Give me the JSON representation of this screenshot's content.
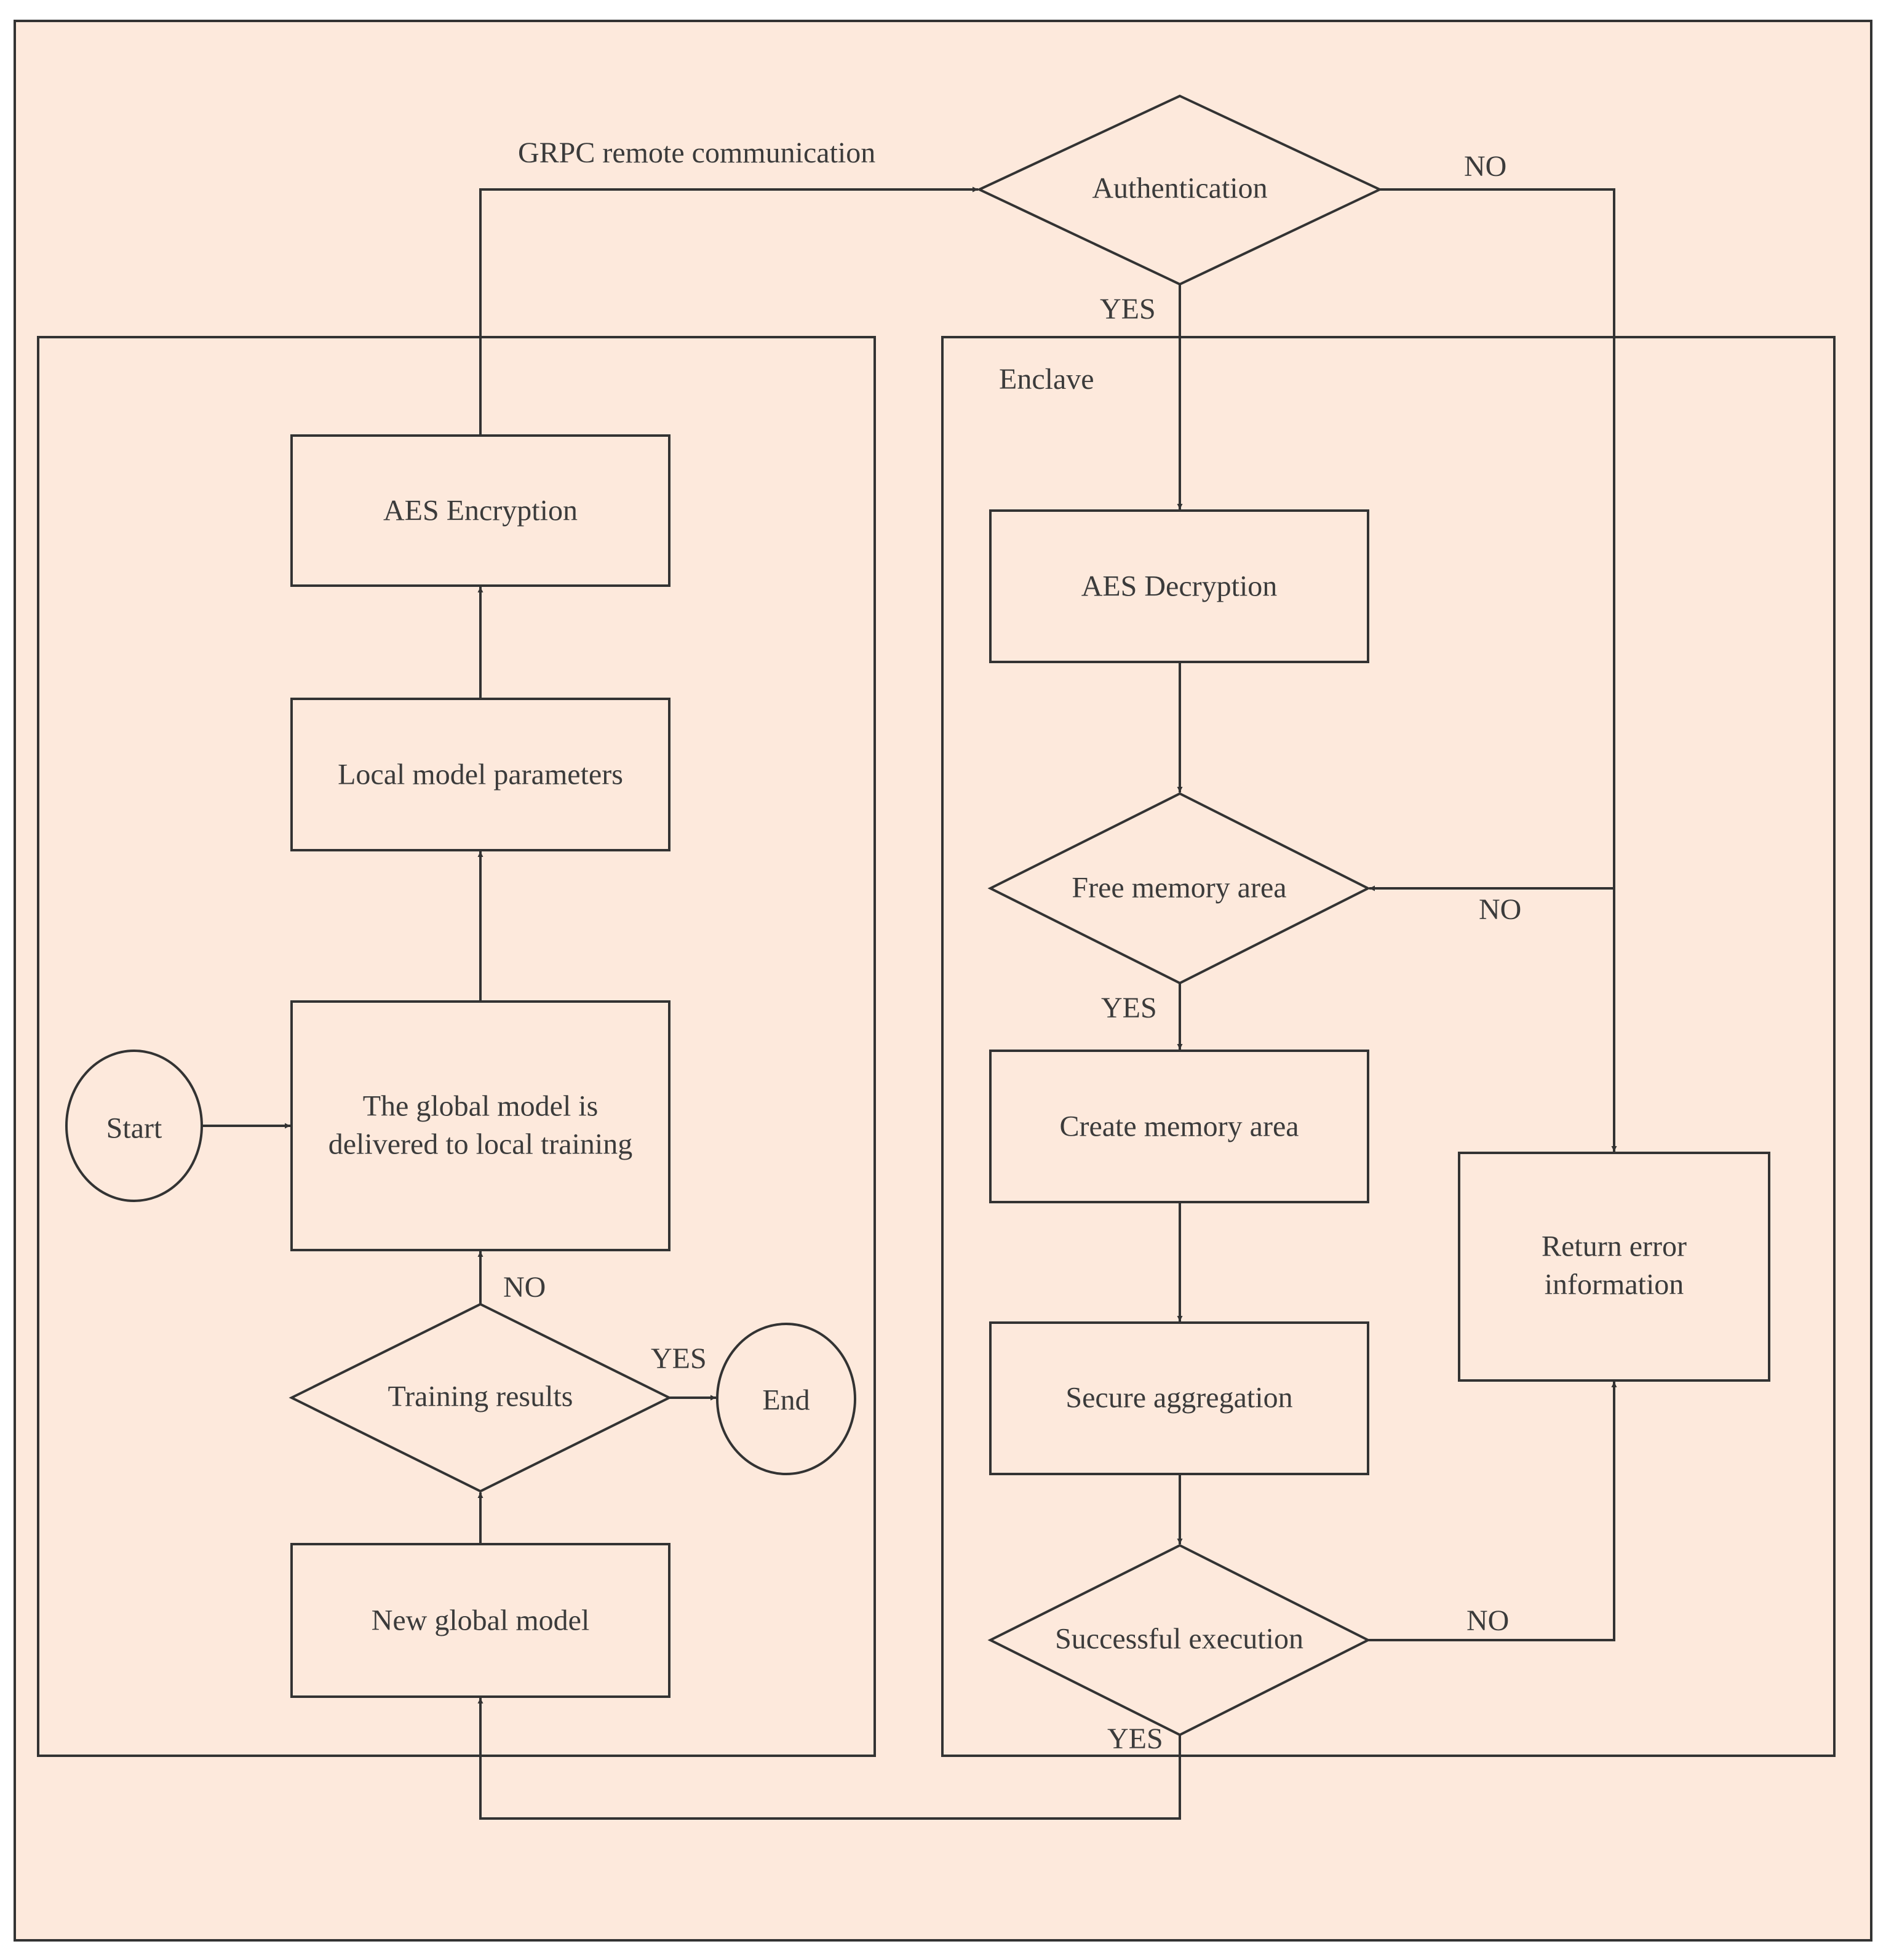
{
  "colors": {
    "background": "#fde9dc",
    "stroke": "#333333",
    "text": "#3b3b3b"
  },
  "regions": {
    "enclave_label": "Enclave"
  },
  "nodes": {
    "start": "Start",
    "global_model_delivered": [
      "The global model is",
      "delivered to local training"
    ],
    "local_model_parameters": "Local model parameters",
    "aes_encryption": "AES Encryption",
    "training_results": "Training results",
    "end": "End",
    "new_global_model": "New global model",
    "authentication": "Authentication",
    "aes_decryption": "AES Decryption",
    "free_memory_area": "Free memory area",
    "create_memory_area": "Create memory area",
    "secure_aggregation": "Secure aggregation",
    "successful_execution": "Successful execution",
    "return_error_information": [
      "Return error",
      "information"
    ]
  },
  "edge_labels": {
    "grpc": "GRPC remote communication",
    "auth_no": "NO",
    "auth_yes": "YES",
    "free_mem_no": "NO",
    "free_mem_yes": "YES",
    "training_no": "NO",
    "training_yes": "YES",
    "exec_no": "NO",
    "exec_yes": "YES"
  }
}
